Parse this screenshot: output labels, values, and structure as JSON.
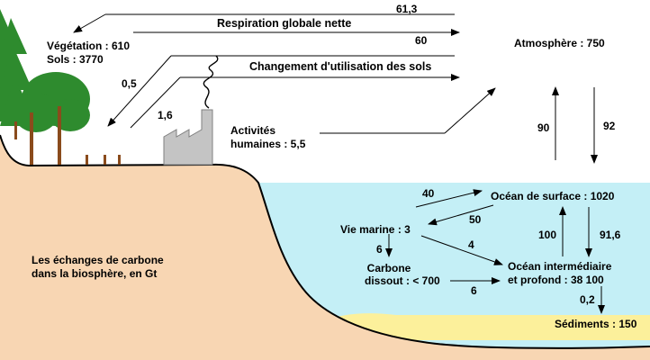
{
  "labels": {
    "vegetation": "Végétation : 610",
    "soils": "Sols : 3770",
    "respiration_title": "Respiration globale nette",
    "respiration_out": "61,3",
    "respiration_in": "60",
    "land_use_title": "Changement d'utilisation des sols",
    "land_use_value": "1,6",
    "land_uptake": "0,5",
    "human_activities": "Activités",
    "human_activities_2": "humaines : 5,5",
    "atmosphere": "Atmosphère : 750",
    "atm_to_ocean": "92",
    "ocean_to_atm": "90",
    "surface_ocean": "Océan de surface : 1020",
    "surface_to_marine": "50",
    "marine_to_surface": "40",
    "marine_life": "Vie marine : 3",
    "marine_to_dissolved": "6",
    "marine_to_deep": "4",
    "dissolved_1": "Carbone",
    "dissolved_2": "dissout : < 700",
    "dissolved_to_deep": "6",
    "deep_1": "Océan intermédiaire",
    "deep_2": "et profond : 38 100",
    "deep_to_surface": "100",
    "surface_to_deep": "91,6",
    "deep_to_sediments": "0,2",
    "sediments": "Sédiments : 150",
    "caption_1": "Les échanges de carbone",
    "caption_2": "dans la biosphère, en Gt"
  },
  "colors": {
    "land": "#f8d6b3",
    "ocean": "#c4eff6",
    "sediment": "#fcf09b",
    "tree": "#2e8b2e",
    "trunk": "#8a4b1c",
    "factory": "#c4c4c4",
    "arrow": "#000000"
  }
}
